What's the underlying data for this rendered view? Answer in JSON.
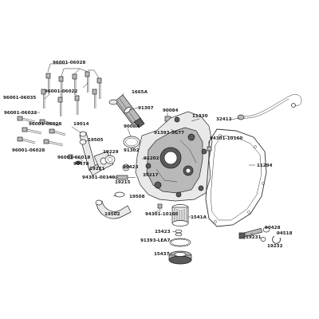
{
  "diagram": {
    "part_labels": {
      "p96001_06028_top": "96001-06028",
      "p96001_06022_a": "96001-06022",
      "p96001_06035": "96001-06035",
      "p1665A": "1665A",
      "p91307": "91307",
      "p96001_06022_b": "96001-06022",
      "p96001_06028_mid": "96001-06028",
      "p19014": "19014",
      "p19505": "19505",
      "p96001_06028_bot": "96001-06028",
      "p96001_06018": "96001-06018",
      "p90478": "90478",
      "p19221": "19221",
      "p9008A": "9008A",
      "p90084": "90084",
      "p11330": "11330",
      "p91393_3G77": "91393-3G77",
      "p32412": "32412",
      "p94301_10160_top": "94301-10160",
      "p91302": "91302",
      "p19229": "19229",
      "p90423": "90423",
      "p91202": "91202",
      "p19217": "19217",
      "p94301_00140": "94301-00140",
      "p19215": "19215",
      "p11294": "11294",
      "p19508": "19508",
      "p19502": "19502",
      "p94301_10160_bot": "94301-10160",
      "p1541A": "1541A",
      "p15423": "15423",
      "p91393_LEA7": "91393-LEA7",
      "p15437": "15437",
      "p90428": "90428",
      "p94518": "94518",
      "p19231": "19231",
      "p19232": "19232"
    }
  }
}
